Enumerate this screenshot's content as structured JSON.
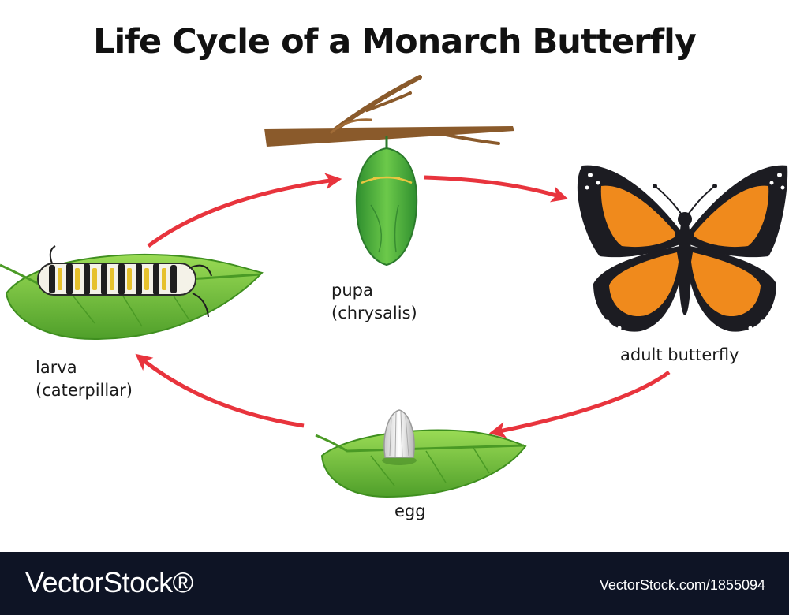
{
  "title": "Life Cycle of a Monarch Butterfly",
  "stages": {
    "pupa": [
      "pupa",
      "(chrysalis)"
    ],
    "adult": [
      "adult butterfly"
    ],
    "larva": [
      "larva",
      "(caterpillar)"
    ],
    "egg": [
      "egg"
    ]
  },
  "footer": {
    "brand": "VectorStock®",
    "credit": "VectorStock.com/1855094"
  },
  "colors": {
    "arrow": "#e8343d",
    "leaf": "#7cc846",
    "chrysalis": "#3fa33a",
    "wing_orange": "#f08a1c",
    "wing_black": "#1c1c22",
    "footer_bg": "#0e1425"
  },
  "icons": [
    "branch-icon",
    "chrysalis-icon",
    "butterfly-icon",
    "leaf-icon",
    "caterpillar-icon",
    "egg-icon",
    "arrow-icon"
  ]
}
